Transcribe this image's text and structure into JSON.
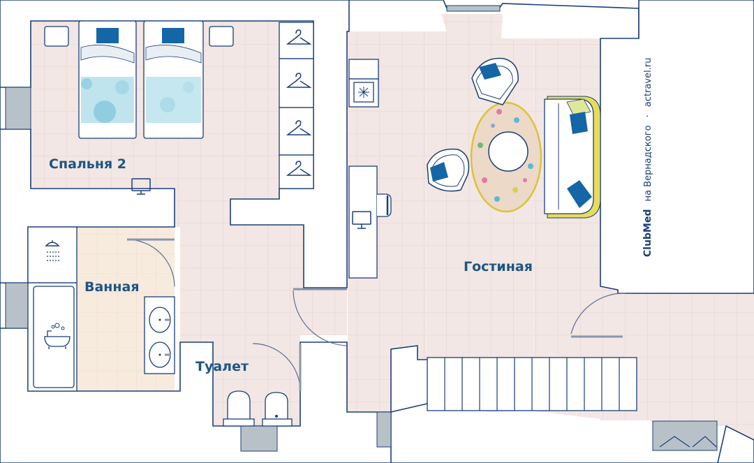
{
  "rooms": {
    "bedroom": "Спальня 2",
    "living": "Гостиная",
    "bathroom": "Ванная",
    "toilet": "Туалет"
  },
  "brand": {
    "logo": "ClubMed",
    "location": "на Вернадского",
    "separator": "·",
    "site": "actravel.ru"
  },
  "colors": {
    "wall": "#1a3e78",
    "floor": "#f2e7e4",
    "accent_blue": "#1466a7",
    "sofa_yellow": "#e7dc5a",
    "label": "#1d5584"
  },
  "icons": [
    "bed-icon",
    "hanger-icon",
    "tv-icon",
    "safe-icon",
    "armchair-icon",
    "sofa-icon",
    "rug-icon",
    "shower-icon",
    "bathtub-icon",
    "sink-icon",
    "toilet-icon",
    "bidet-icon",
    "stairs-icon"
  ]
}
